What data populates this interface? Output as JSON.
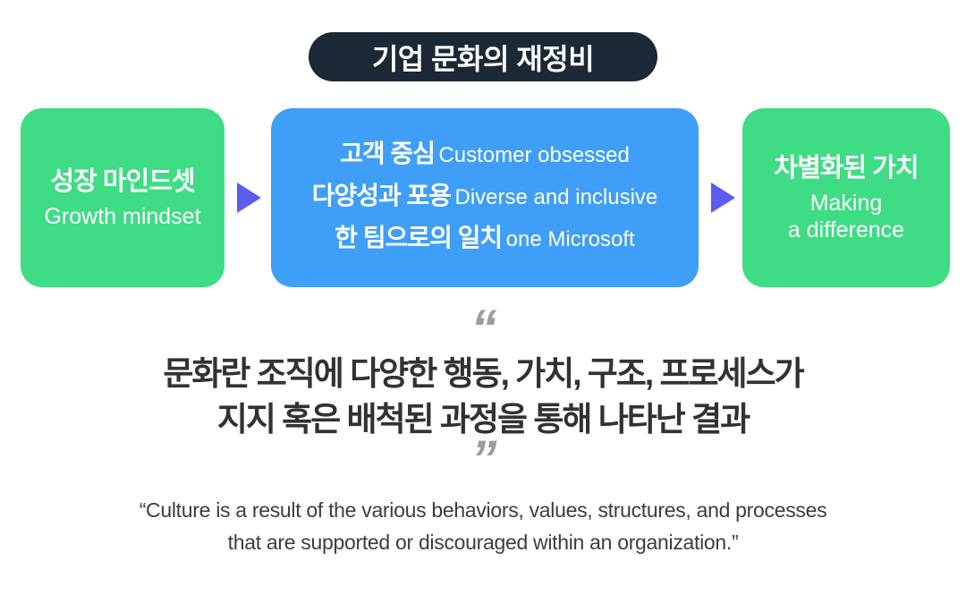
{
  "title": {
    "label": "기업 문화의 재정비"
  },
  "flow": {
    "left_box": {
      "korean": "성장 마인드셋",
      "english": "Growth mindset"
    },
    "center_box": {
      "lines": [
        {
          "korean": "고객 중심",
          "english": "Customer obsessed"
        },
        {
          "korean": "다양성과 포용",
          "english": "Diverse and inclusive"
        },
        {
          "korean": "한 팀으로의 일치",
          "english": "one Microsoft"
        }
      ]
    },
    "right_box": {
      "korean": "차별화된 가치",
      "english_line1": "Making",
      "english_line2": "a difference"
    }
  },
  "quote": {
    "open_mark": "“",
    "close_mark": "”",
    "korean_line1": "문화란 조직에 다양한 행동, 가치, 구조, 프로세스가",
    "korean_line2": "지지 혹은 배척된 과정을 통해 나타난 결과",
    "english_line1": "“Culture is a result of the various behaviors, values, structures, and processes",
    "english_line2": "that are supported or discouraged within an organization.”"
  },
  "colors": {
    "badge_bg": "#1d2836",
    "green_box": "#3edc84",
    "blue_box": "#3f9ef8",
    "arrow": "#5c5cf0",
    "quote_mark": "#9d9da1",
    "korean_quote_text": "#323232",
    "english_quote_text": "#3d3d3d",
    "box_text": "#ffffff",
    "background": "#ffffff"
  }
}
